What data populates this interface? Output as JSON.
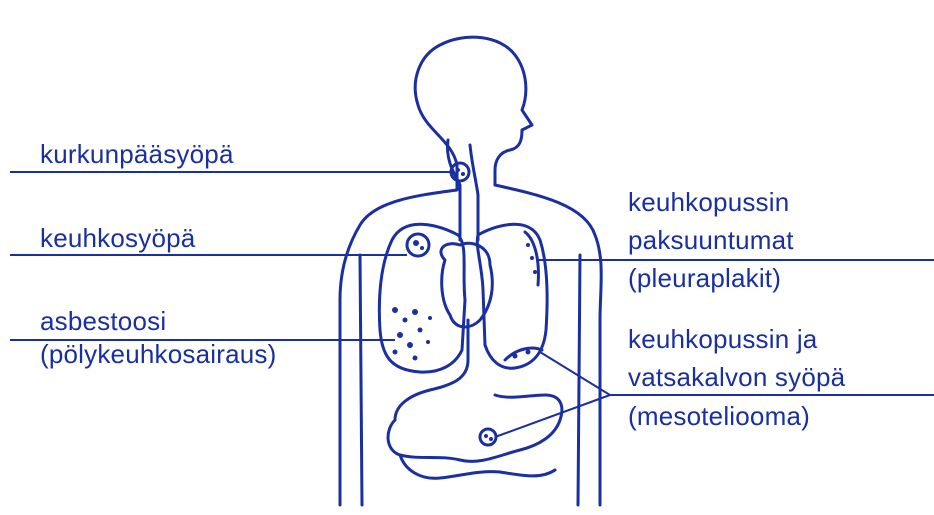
{
  "colors": {
    "ink": "#1a2fa0",
    "background": "#ffffff"
  },
  "labels": {
    "larynx_cancer": "kurkunpääsyöpä",
    "lung_cancer": "keuhkosyöpä",
    "asbestosis": "asbestoosi",
    "asbestosis_sub": "(pölykeuhkosairaus)",
    "pleural_thickening_1": "keuhkopussin",
    "pleural_thickening_2": "paksuuntumat",
    "pleural_thickening_3": "(pleuraplakit)",
    "mesothelioma_1": "keuhkopussin ja",
    "mesothelioma_2": "vatsakalvon syöpä",
    "mesothelioma_3": "(mesoteliooma)"
  }
}
